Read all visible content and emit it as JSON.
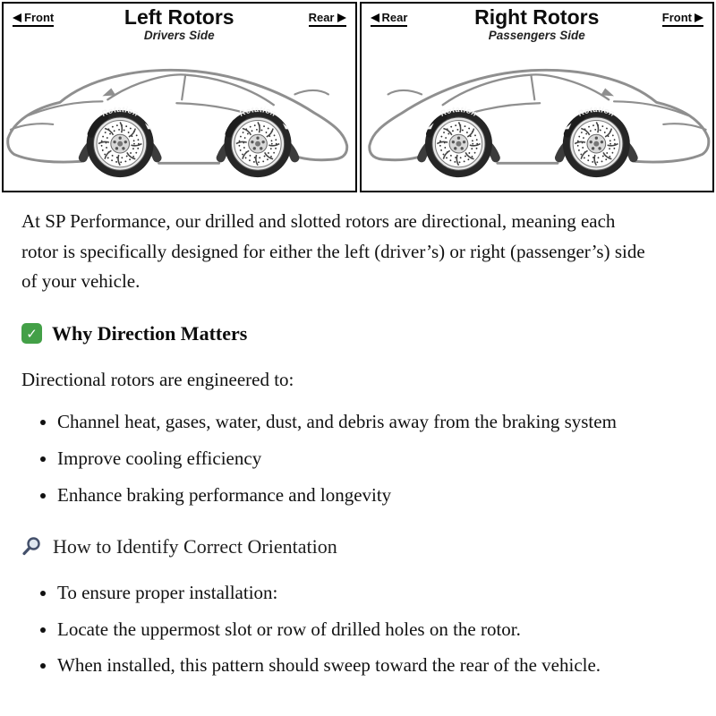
{
  "diagram": {
    "left_panel": {
      "front_label": "Front",
      "rear_label": "Rear",
      "title": "Left Rotors",
      "subtitle": "Drivers Side",
      "rotation_label": "Rotation"
    },
    "right_panel": {
      "front_label": "Front",
      "rear_label": "Rear",
      "title": "Right Rotors",
      "subtitle": "Passengers Side",
      "rotation_label": "Rotation"
    }
  },
  "article": {
    "intro": "At SP Performance, our drilled and slotted rotors are directional, meaning each rotor is specifically designed for either the left (driver’s) or right (passenger’s) side of your vehicle.",
    "section1": {
      "icon": "check-icon",
      "check_glyph": "✓",
      "heading": "Why Direction Matters",
      "lead": "Directional rotors are engineered to:",
      "bullets": [
        "Channel heat, gases, water, dust, and debris away from the braking system",
        "Improve cooling efficiency",
        "Enhance braking performance and longevity"
      ]
    },
    "section2": {
      "icon": "magnifier-icon",
      "heading": "How to Identify Correct Orientation",
      "bullets": [
        "To ensure proper installation:",
        "Locate the uppermost slot or row of drilled holes on the rotor.",
        "When installed, this pattern should sweep toward the rear of the vehicle."
      ]
    }
  }
}
